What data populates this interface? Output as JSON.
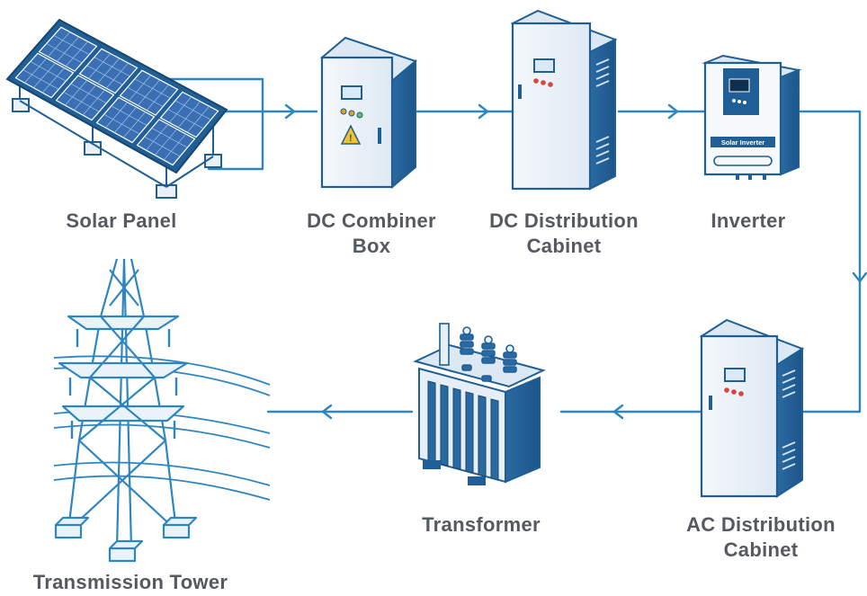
{
  "colors": {
    "primary": "#1f5f95",
    "accent": "#2e86c1",
    "light_fill": "#eef4fa",
    "panel_cell": "#3a6fb4",
    "label_text": "#555a60"
  },
  "nodes": [
    {
      "id": "solar-panel",
      "label": [
        "Solar Panel"
      ],
      "icon": "solar-panel-icon"
    },
    {
      "id": "dc-combiner-box",
      "label": [
        "DC Combiner",
        "Box"
      ],
      "icon": "dc-combiner-box-icon"
    },
    {
      "id": "dc-distribution-cabinet",
      "label": [
        "DC Distribution",
        "Cabinet"
      ],
      "icon": "dc-distribution-cabinet-icon"
    },
    {
      "id": "inverter",
      "label": [
        "Inverter"
      ],
      "icon": "inverter-icon",
      "device_text": "Solar Inverter"
    },
    {
      "id": "ac-distribution-cabinet",
      "label": [
        "AC Distribution",
        "Cabinet"
      ],
      "icon": "ac-distribution-cabinet-icon"
    },
    {
      "id": "transformer",
      "label": [
        "Transformer"
      ],
      "icon": "transformer-icon"
    },
    {
      "id": "transmission-tower",
      "label": [
        "Transmission Tower"
      ],
      "icon": "transmission-tower-icon"
    }
  ],
  "edges": [
    {
      "from": "solar-panel",
      "to": "dc-combiner-box"
    },
    {
      "from": "dc-combiner-box",
      "to": "dc-distribution-cabinet"
    },
    {
      "from": "dc-distribution-cabinet",
      "to": "inverter"
    },
    {
      "from": "inverter",
      "to": "ac-distribution-cabinet"
    },
    {
      "from": "ac-distribution-cabinet",
      "to": "transformer"
    },
    {
      "from": "transformer",
      "to": "transmission-tower"
    }
  ]
}
